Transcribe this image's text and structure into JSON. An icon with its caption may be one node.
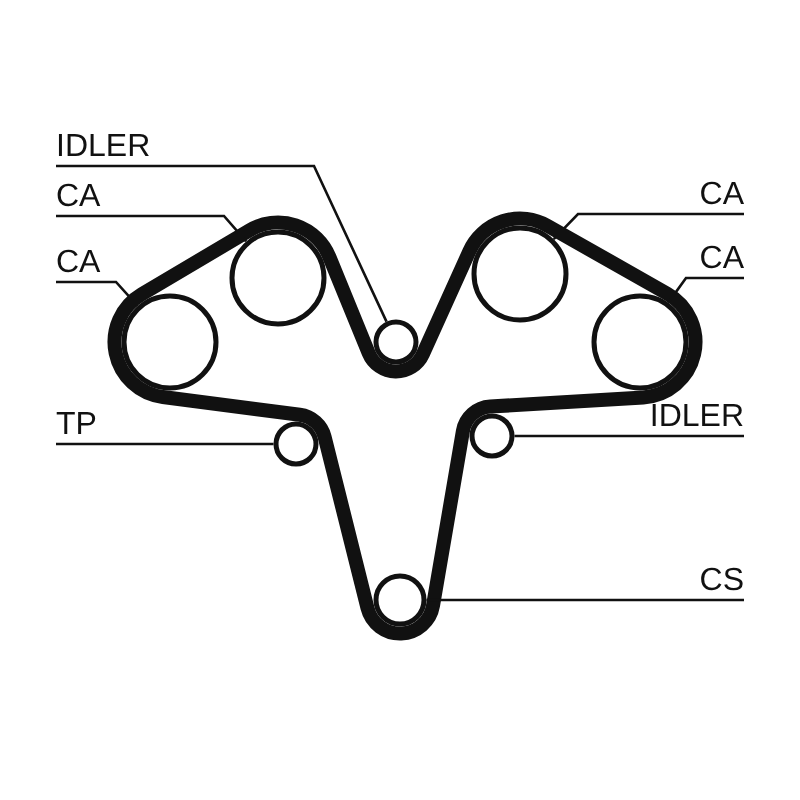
{
  "diagram": {
    "nodes": [
      {
        "text": [
          "IDLER"
        ]
      },
      {
        "text": [
          "CA"
        ]
      },
      {
        "text": [
          "CA"
        ]
      },
      {
        "text": [
          "CA"
        ]
      },
      {
        "text": [
          "CA"
        ]
      },
      {
        "text": [
          "TP"
        ]
      },
      {
        "text": [
          "IDLER"
        ]
      },
      {
        "text": [
          "CS"
        ]
      },
      {
        "text": [],
        "shape": "circle"
      },
      {
        "text": [],
        "shape": "circle"
      },
      {
        "text": [],
        "shape": "circle"
      },
      {
        "text": [],
        "shape": "circle"
      },
      {
        "text": [],
        "shape": "circle"
      },
      {
        "text": [],
        "shape": "circle"
      },
      {
        "text": [],
        "shape": "circle"
      },
      {
        "text": [],
        "shape": "circle"
      }
    ],
    "edges": [
      {
        "from": 0,
        "to": 8,
        "arrow": "none"
      },
      {
        "from": 1,
        "to": 9,
        "arrow": "none"
      },
      {
        "from": 2,
        "to": 10,
        "arrow": "none"
      },
      {
        "from": 3,
        "to": 11,
        "arrow": "none"
      },
      {
        "from": 4,
        "to": 12,
        "arrow": "none"
      },
      {
        "from": 5,
        "to": 13,
        "arrow": "none"
      },
      {
        "from": 6,
        "to": 14,
        "arrow": "none"
      },
      {
        "from": 7,
        "to": 15,
        "arrow": "none"
      }
    ]
  }
}
